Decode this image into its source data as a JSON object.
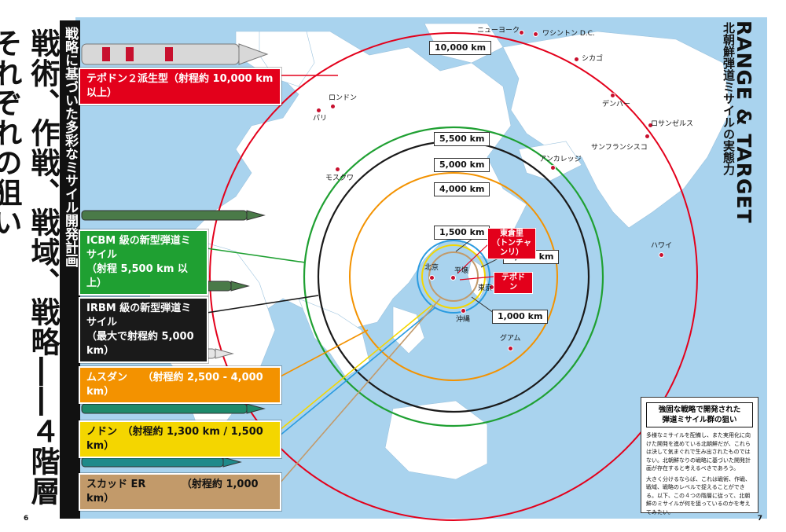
{
  "left_page": {
    "main_title": "戦術、作戦、戦域、戦略――４階層それぞれの狙い",
    "subtitle": "戦略に基づいた多彩なミサイル開発計画",
    "page_number": "6"
  },
  "right_page": {
    "range_title": "RANGE & TARGET",
    "range_subtitle": "北朝鮮弾道ミサイルの実態力",
    "page_number": "7"
  },
  "missiles": [
    {
      "label_line1": "テポドン２派生型（射程約 10,000 km 以上）",
      "label_line2": "",
      "color": "#e3001b"
    },
    {
      "label_line1": "ICBM 級の新型弾道ミサイル",
      "label_line2": "（射程 5,500 km 以上）",
      "color": "#1fa032"
    },
    {
      "label_line1": "IRBM 級の新型弾道ミサイル",
      "label_line2": "（最大で射程約 5,000 km）",
      "color": "#1a1a1a"
    },
    {
      "label_line1": "ムスダン　　（射程約 2,500 - 4,000 km）",
      "label_line2": "",
      "color": "#f39200"
    },
    {
      "label_line1": "ノドン　（射程約 1,300 km / 1,500 km）",
      "label_line2": "",
      "color": "#f4d600"
    },
    {
      "label_line1": "スカッド ER　　　　（射程約 1,000 km）",
      "label_line2": "",
      "color": "#c29a6a"
    }
  ],
  "range_labels": {
    "r10000": "10,000 km",
    "r5500": "5,500 km",
    "r5000": "5,000 km",
    "r4000": "4,000 km",
    "r1500": "1,500 km",
    "r1300": "1,300 km",
    "r1000": "1,000 km"
  },
  "red_labels": {
    "tongchang": "東倉里\n（トンチャンリ）",
    "taepodong": "テポドン"
  },
  "cities": {
    "newyork": "ニューヨーク",
    "washington": "ワシントン D.C.",
    "chicago": "シカゴ",
    "denver": "デンバー",
    "losangeles": "ロサンゼルス",
    "sanfrancisco": "サンフランシスコ",
    "anchorage": "アンカレッジ",
    "london": "ロンドン",
    "paris": "パリ",
    "moscow": "モスクワ",
    "hawaii": "ハワイ",
    "beijing": "北京",
    "pyongyang": "平壌",
    "tokyo": "東京",
    "okinawa": "沖縄",
    "guam": "グアム"
  },
  "commentary": {
    "heading": "強固な戦略で開発された\n弾道ミサイル群の狙い",
    "para1": "多様なミサイルを配備し、また実用化に向けた開発を進めている北朝鮮だが、これらは決して気まぐれで生み出されたものではない。北朝鮮なりの戦略に基づいた開発計画が存在すると考えるべきであろう。",
    "para2": "大きく分けるならば、これは戦術、作戦、戦域、戦略のレベルで捉えることができる。以下、この４つの階層に従って、北朝鮮のミサイルが何を狙っているのかを考えてみたい。"
  },
  "colors": {
    "ocean": "#a9d3ee",
    "land": "#ffffff",
    "red": "#e3001b",
    "green": "#1fa032",
    "black": "#1a1a1a",
    "orange": "#f39200",
    "yellow": "#f4d600",
    "tan": "#c29a6a",
    "blue": "#2a9be0"
  }
}
